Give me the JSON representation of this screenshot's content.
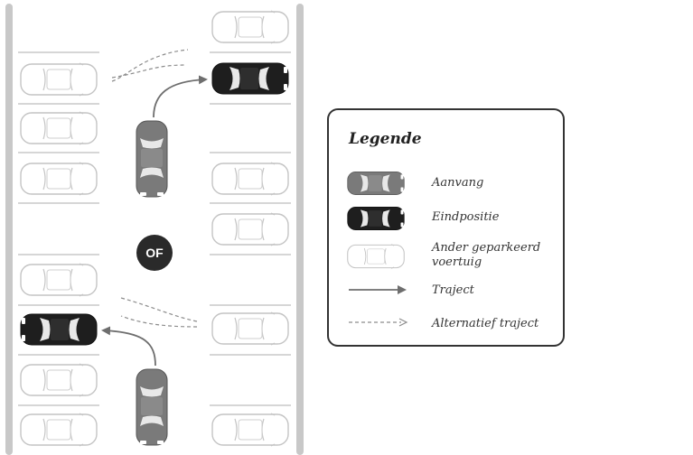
{
  "or_label": "OF",
  "legend": {
    "title": "Legende",
    "items": [
      {
        "label": "Aanvang",
        "symbol": "car-start"
      },
      {
        "label": "Eindpositie",
        "symbol": "car-end"
      },
      {
        "label": "Ander geparkeerd voertuig",
        "symbol": "car-parked"
      },
      {
        "label": "Traject",
        "symbol": "solid-arrow"
      },
      {
        "label": "Alternatief traject",
        "symbol": "dashed-arrow"
      }
    ]
  },
  "colors": {
    "curb": "#c8c8c8",
    "car_start": "#7a7a7a",
    "car_end": "#1e1e1e",
    "car_parked_outline": "#c4c4c4",
    "arrow": "#6e6e6e",
    "or_badge": "#2a2a2a"
  }
}
